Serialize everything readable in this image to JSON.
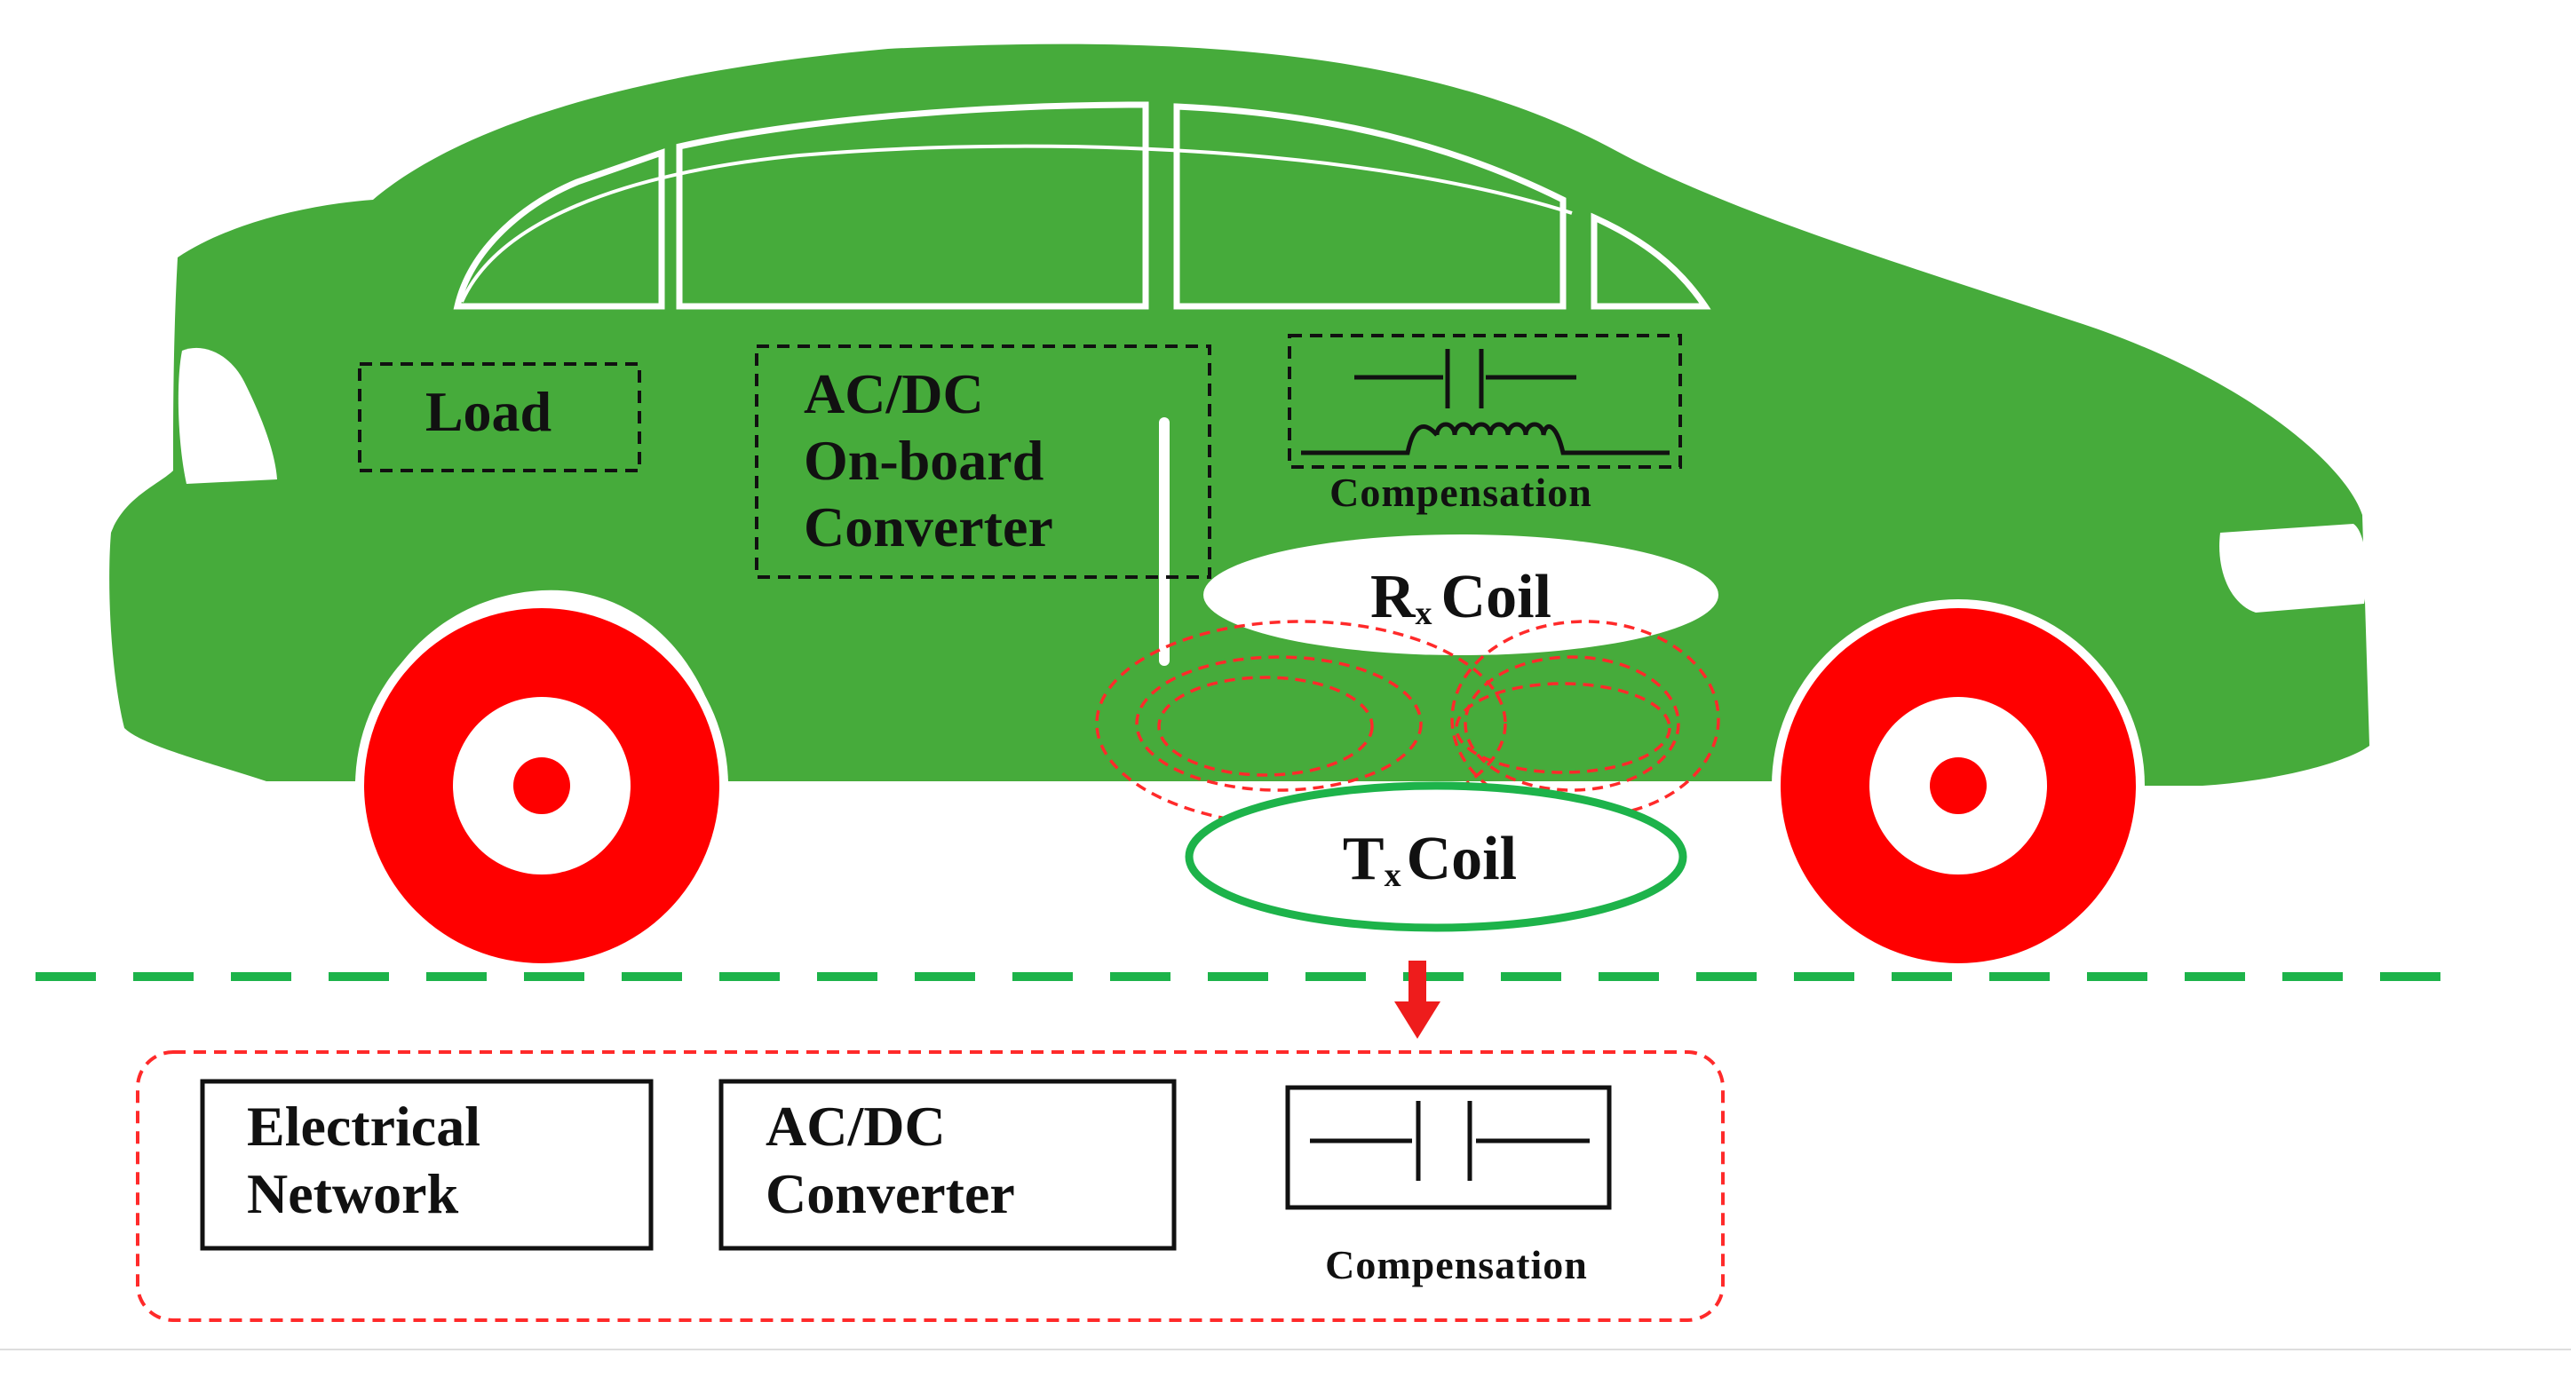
{
  "colors": {
    "car_body": "#46ab3b",
    "window_outline": "#ffffff",
    "wheel": "#ff0000",
    "field_lines": "#ff2a2a",
    "tx_coil_outline": "#1db34a",
    "ground_line": "#1db34a",
    "ground_box_border": "#ff2a2a",
    "arrow": "#ee1c1c"
  },
  "vehicle": {
    "load_label": "Load",
    "converter_label": [
      "AC/DC",
      "On-board",
      "Converter"
    ],
    "compensation_label": "Compensation",
    "rx_coil": {
      "main": "R",
      "sub": "x",
      "rest": "Coil"
    }
  },
  "ground": {
    "tx_coil": {
      "main": "T",
      "sub": "x",
      "rest": "Coil"
    },
    "electrical_network_label": [
      "Electrical",
      "Network"
    ],
    "acdc_converter_label": [
      "AC/DC",
      "Converter"
    ],
    "compensation_label": "Compensation"
  },
  "icons": {
    "capacitor": "capacitor-icon",
    "inductor": "inductor-icon",
    "arrow": "down-arrow-icon"
  }
}
